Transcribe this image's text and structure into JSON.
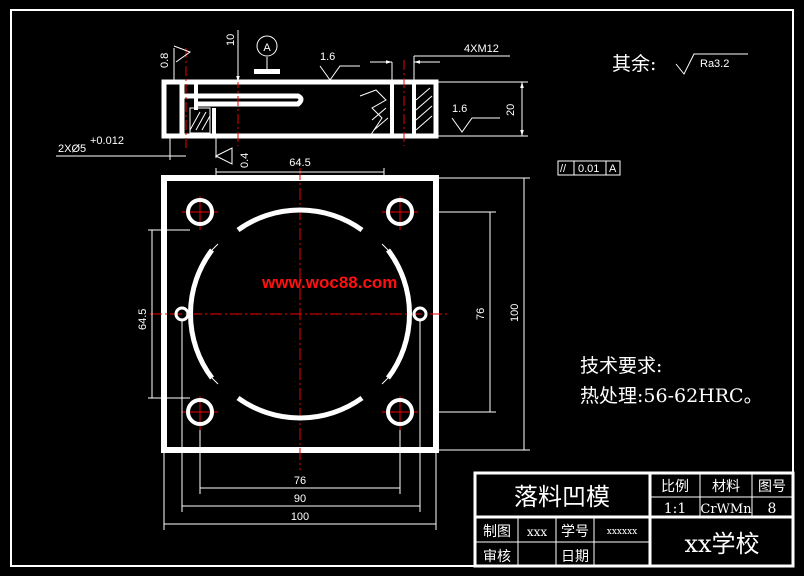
{
  "watermark": "www.woc88.com",
  "roughness": {
    "label": "其余:",
    "value": "Ra3.2"
  },
  "tech": {
    "title": "技术要求:",
    "line1": "热处理:56-62HRC。"
  },
  "side_view": {
    "dim_thread": "4XM12",
    "dim_height": "20",
    "dim_10": "10",
    "finish_08": "0.8",
    "finish_04": "0.4",
    "finish_16a": "1.6",
    "finish_16b": "1.6",
    "datum": "A",
    "dowel": "2XØ5",
    "dowel_tol": "+0.012"
  },
  "plan_view": {
    "parallel_tol": {
      "symbol": "//",
      "value": "0.01",
      "datum": "A"
    },
    "dim_top": "64.5",
    "dim_left": "64.5",
    "dim_right_inner": "76",
    "dim_right_outer": "100",
    "dim_bottom_76": "76",
    "dim_bottom_90": "90",
    "dim_bottom_100": "100"
  },
  "title_block": {
    "part_name": "落料凹模",
    "scale_label": "比例",
    "scale_value": "1:1",
    "material_label": "材料",
    "material_value": "CrWMn",
    "drawing_no_label": "图号",
    "drawing_no_value": "8",
    "drawn_label": "制图",
    "drawn_value": "xxx",
    "student_no_label": "学号",
    "student_no_value": "xxxxxx",
    "review_label": "审核",
    "date_label": "日期",
    "school": "xx学校"
  }
}
